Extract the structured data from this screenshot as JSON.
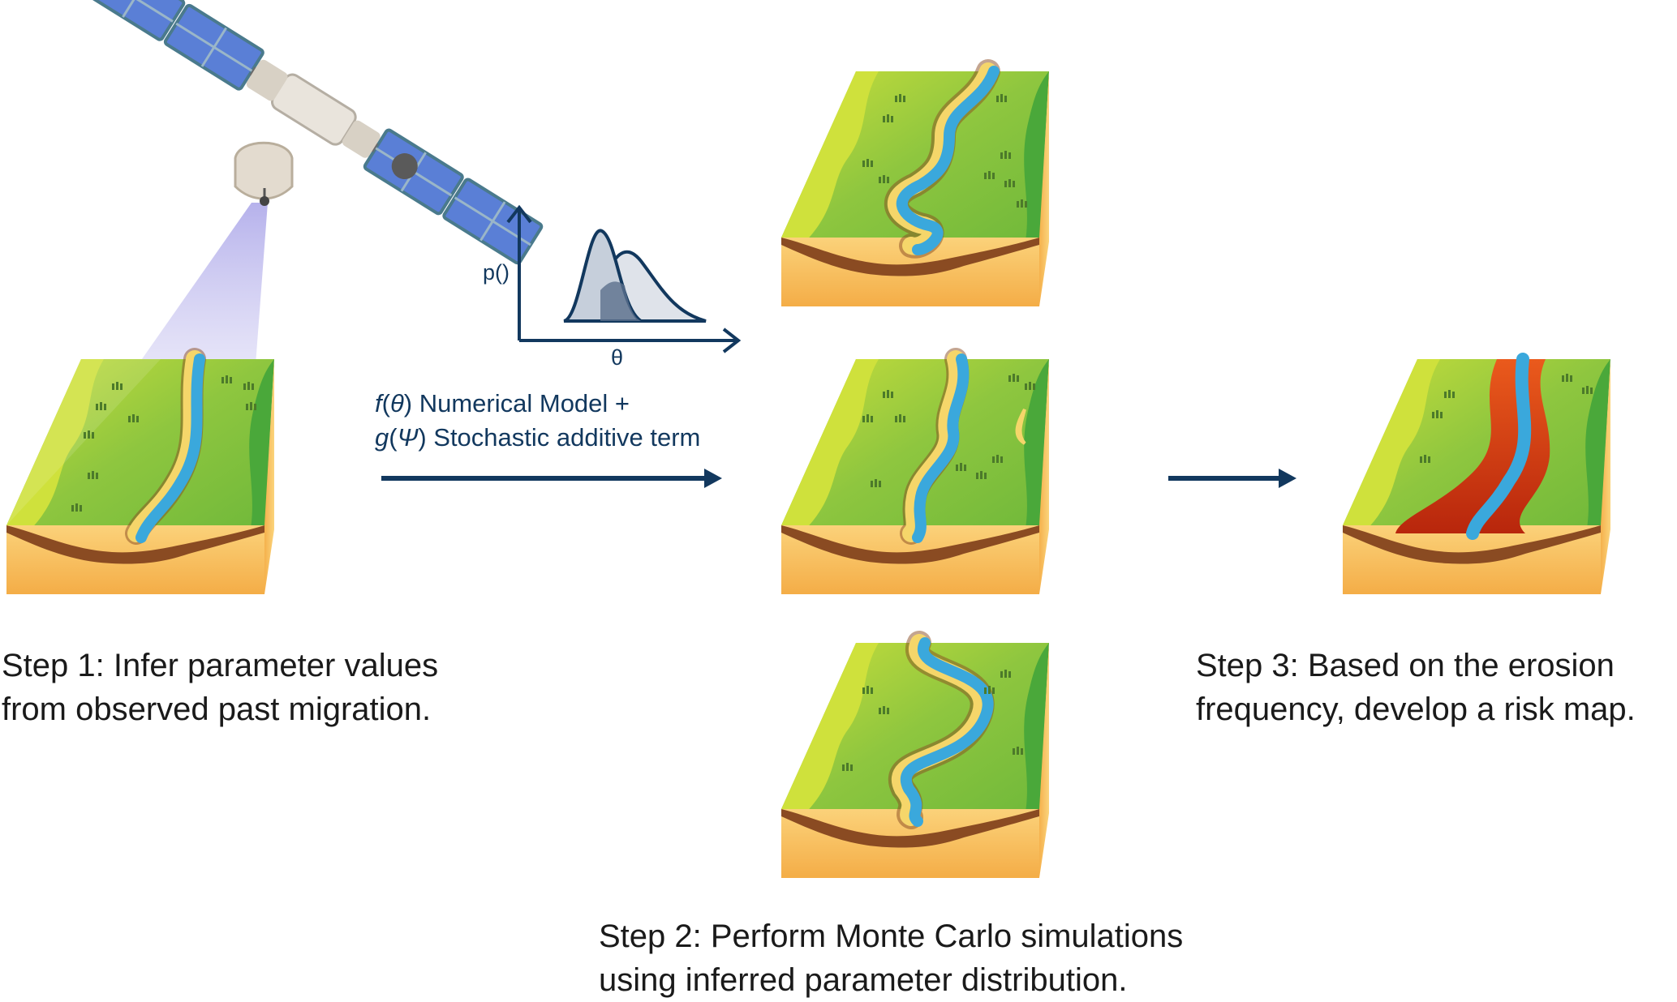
{
  "captions": {
    "step1": {
      "line1": "Step 1: Infer parameter values",
      "line2": "from observed past migration."
    },
    "step2": {
      "line1": "Step 2: Perform Monte Carlo simulations",
      "line2": "using inferred parameter distribution."
    },
    "step3": {
      "line1": "Step 3: Based on the erosion",
      "line2": "frequency, develop a risk map."
    }
  },
  "model": {
    "line1_fn": "f",
    "line1_arg": "θ",
    "line1_rest": " Numerical Model +",
    "line2_fn": "g",
    "line2_arg": "Ψ",
    "line2_rest": " Stochastic additive term"
  },
  "distribution_plot": {
    "ylabel": "p()",
    "xlabel": "θ"
  },
  "colors": {
    "ink": "#12385e",
    "grass": "#8cc63f",
    "grass_light": "#c5dc3a",
    "soil_side": "#f9c86a",
    "soil_dark": "#8a4b22",
    "river": "#3aa8dc",
    "sand_bar": "#f5d66a",
    "risk": "#d63a12",
    "satellite_panel": "#5a7fd6",
    "beam": "#a9a4e8"
  }
}
